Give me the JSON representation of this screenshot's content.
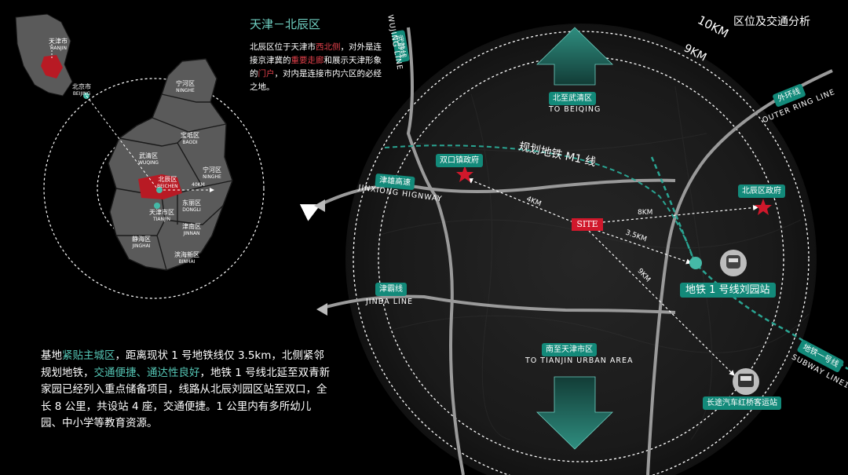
{
  "title": "区位及交通分析",
  "intro": {
    "heading": "天津－北辰区",
    "p1": "北辰区位于天津市",
    "p2": "西北侧",
    "p3": "，对外是连接京津冀的",
    "p4": "重要走廊",
    "p5": "和展示天津形象的",
    "p6": "门户",
    "p7": "，对内是连接市内六区的必经之地。"
  },
  "summary": {
    "s1": "基地",
    "s2": "紧贴主城区",
    "s3": "，距离现状 1 号地铁线仅 3.5km，北侧紧邻规划地铁，",
    "s4": "交通便捷、通达性良好",
    "s5": "，地铁 1 号线北延至双青新家园已经列入重点储备项目，线路从北辰刘园区站至双口，全长 8 公里，共设站 4 座，交通便捷。1 公里内有多所幼儿园、中小学等教育资源。"
  },
  "district_map": {
    "labels": [
      {
        "cn": "天津市",
        "en": "TIANJIN"
      },
      {
        "cn": "北京市",
        "en": "BEIJING"
      },
      {
        "cn": "宁河区",
        "en": "NINGHE"
      },
      {
        "cn": "宝坻区",
        "en": "BAODI"
      },
      {
        "cn": "武清区",
        "en": "WUQING"
      },
      {
        "cn": "宁河区",
        "en": "NINGHE"
      },
      {
        "cn": "北辰区",
        "en": "BEICHEN"
      },
      {
        "cn": "天津市区",
        "en": "TIANJIN"
      },
      {
        "cn": "东丽区",
        "en": "DONGLI"
      },
      {
        "cn": "津南区",
        "en": "JINNAN"
      },
      {
        "cn": "静海区",
        "en": "JINGHAI"
      },
      {
        "cn": "滨海新区",
        "en": "BINHAI"
      }
    ],
    "dist_label": "40KM"
  },
  "rings": {
    "outer": "10KM",
    "inner": "9KM"
  },
  "roads": {
    "wujing_cn": "武静线",
    "wujing_en": "WUJING LINE",
    "outer_ring_cn": "外环线",
    "outer_ring_en": "OUTER RING LINE",
    "jinxiong_cn": "津雄高速",
    "jinxiong_en": "JINXIONG HIGNWAY",
    "jinba_cn": "津霸线",
    "jinba_en": "JINBA LINE",
    "subway_cn": "地铁一号线",
    "subway_en": "SUBWAY LINE1",
    "metro_m1": "规划地铁 M1 线"
  },
  "directions": {
    "north_cn": "北至武清区",
    "north_en": "TO BEIQING",
    "south_cn": "南至天津市区",
    "south_en": "TO TIANJIN URBAN AREA"
  },
  "pois": {
    "shuangkou": "双口镇政府",
    "beichen_gov": "北辰区政府",
    "station": "地铁 1 号线刘园站",
    "bus": "长途汽车红桥客运站"
  },
  "site": "SITE",
  "distances": {
    "d4": "4KM",
    "d8": "8KM",
    "d35": "3.5KM",
    "d9": "9KM"
  },
  "colors": {
    "teal": "#138a7a",
    "red": "#d0182b",
    "accent_red": "#e0404a",
    "map_gray": "#595959"
  }
}
